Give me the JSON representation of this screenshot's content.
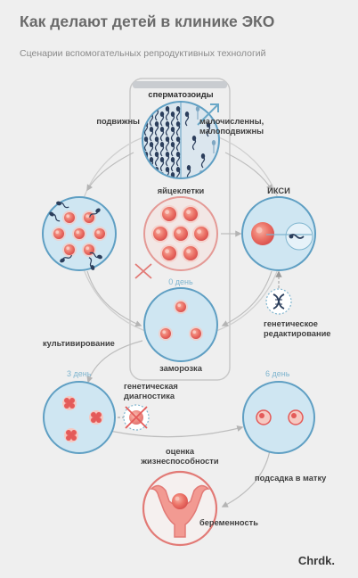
{
  "header": {
    "title": "Как делают детей в клинике ЭКО",
    "subtitle": "Сценарии вспомогательных репродуктивных технологий"
  },
  "labels": {
    "sperm": "спермaтозоиды",
    "motile": "подвижны",
    "few_low_motility": "малочисленны,\nмалоподвижны",
    "eggs": "яйцеклетки",
    "icsi": "ИКСИ",
    "day0": "0 день",
    "gene_editing": "генетическое\nредактирование",
    "cultivation": "культивирование",
    "freezing": "заморозка",
    "day3": "3 день",
    "genetic_diagnostics": "генетическая\nдиагностика",
    "day6": "6 день",
    "viability": "оценка\nжизнеспособности",
    "transfer": "подсадка в матку",
    "pregnancy": "беременность"
  },
  "brand": "Chrdk.",
  "colors": {
    "background": "#efefef",
    "circle_fill": "#cfe6f2",
    "circle_stroke": "#5f9fc3",
    "accent_red": "#e7625f",
    "cell_red": "#e45b59",
    "sperm_dark": "#2b3e5c",
    "flow_line": "#bfbfbf",
    "day_label": "#7fb5cf"
  },
  "icons": [
    "sperm-icon",
    "egg-cell-icon",
    "dna-icon",
    "uterus-icon",
    "cross-icon",
    "arrow-icon",
    "female-symbol-icon"
  ]
}
